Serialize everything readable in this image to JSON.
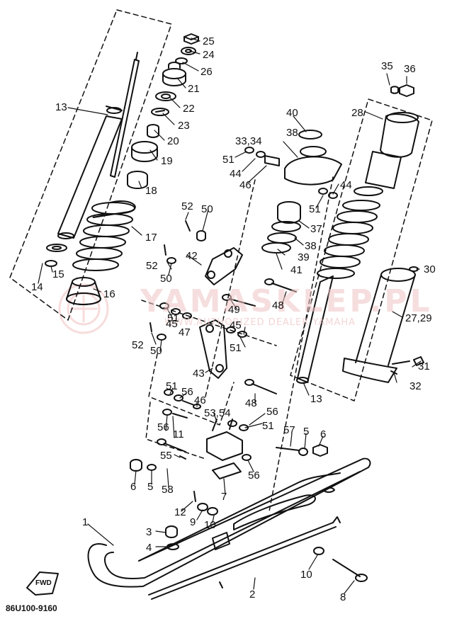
{
  "diagram": {
    "code": "86U100-9160",
    "fwd": "FWD",
    "watermark": "YAMASKLEP.PL",
    "watermark_sub": "WWW.AUTHORIZED DEALER YAMAHA",
    "labels": [
      {
        "id": "l25",
        "text": "25"
      },
      {
        "id": "l24",
        "text": "24"
      },
      {
        "id": "l26",
        "text": "26"
      },
      {
        "id": "l21",
        "text": "21"
      },
      {
        "id": "l22",
        "text": "22"
      },
      {
        "id": "l23",
        "text": "23"
      },
      {
        "id": "l20",
        "text": "20"
      },
      {
        "id": "l19",
        "text": "19"
      },
      {
        "id": "l18",
        "text": "18"
      },
      {
        "id": "l17",
        "text": "17"
      },
      {
        "id": "l16",
        "text": "16"
      },
      {
        "id": "l15",
        "text": "15"
      },
      {
        "id": "l14",
        "text": "14"
      },
      {
        "id": "l13a",
        "text": "13"
      },
      {
        "id": "l35",
        "text": "35"
      },
      {
        "id": "l36",
        "text": "36"
      },
      {
        "id": "l28",
        "text": "28"
      },
      {
        "id": "l40",
        "text": "40"
      },
      {
        "id": "l3334",
        "text": "33,34"
      },
      {
        "id": "l38a",
        "text": "38"
      },
      {
        "id": "l51a",
        "text": "51"
      },
      {
        "id": "l44a",
        "text": "44"
      },
      {
        "id": "l46a",
        "text": "46"
      },
      {
        "id": "l44b",
        "text": "44"
      },
      {
        "id": "l51b",
        "text": "51"
      },
      {
        "id": "l52a",
        "text": "52"
      },
      {
        "id": "l50a",
        "text": "50"
      },
      {
        "id": "l37",
        "text": "37"
      },
      {
        "id": "l38b",
        "text": "38"
      },
      {
        "id": "l42",
        "text": "42"
      },
      {
        "id": "l39",
        "text": "39"
      },
      {
        "id": "l52b",
        "text": "52"
      },
      {
        "id": "l41",
        "text": "41"
      },
      {
        "id": "l50b",
        "text": "50"
      },
      {
        "id": "l30",
        "text": "30"
      },
      {
        "id": "l48a",
        "text": "48"
      },
      {
        "id": "l49",
        "text": "49"
      },
      {
        "id": "l51c",
        "text": "51"
      },
      {
        "id": "l45a",
        "text": "45"
      },
      {
        "id": "l45b",
        "text": "45"
      },
      {
        "id": "l47",
        "text": "47"
      },
      {
        "id": "l2729",
        "text": "27,29"
      },
      {
        "id": "l52c",
        "text": "52"
      },
      {
        "id": "l51d",
        "text": "51"
      },
      {
        "id": "l50c",
        "text": "50"
      },
      {
        "id": "l31",
        "text": "31"
      },
      {
        "id": "l43",
        "text": "43"
      },
      {
        "id": "l32",
        "text": "32"
      },
      {
        "id": "l13b",
        "text": "13"
      },
      {
        "id": "l48b",
        "text": "48"
      },
      {
        "id": "l51e",
        "text": "51"
      },
      {
        "id": "l56a",
        "text": "56"
      },
      {
        "id": "l46b",
        "text": "46"
      },
      {
        "id": "l5354",
        "text": "53,54"
      },
      {
        "id": "l56b",
        "text": "56"
      },
      {
        "id": "l51f",
        "text": "51"
      },
      {
        "id": "l56c",
        "text": "56"
      },
      {
        "id": "l11",
        "text": "11"
      },
      {
        "id": "l57",
        "text": "57"
      },
      {
        "id": "l5a",
        "text": "5"
      },
      {
        "id": "l6a",
        "text": "6"
      },
      {
        "id": "l55",
        "text": "55"
      },
      {
        "id": "l56d",
        "text": "56"
      },
      {
        "id": "l6b",
        "text": "6"
      },
      {
        "id": "l5b",
        "text": "5"
      },
      {
        "id": "l58",
        "text": "58"
      },
      {
        "id": "l7",
        "text": "7"
      },
      {
        "id": "l12",
        "text": "12"
      },
      {
        "id": "l9",
        "text": "9"
      },
      {
        "id": "l10a",
        "text": "10"
      },
      {
        "id": "l1",
        "text": "1"
      },
      {
        "id": "l3",
        "text": "3"
      },
      {
        "id": "l4",
        "text": "4"
      },
      {
        "id": "l10b",
        "text": "10"
      },
      {
        "id": "l2",
        "text": "2"
      },
      {
        "id": "l8",
        "text": "8"
      }
    ]
  }
}
